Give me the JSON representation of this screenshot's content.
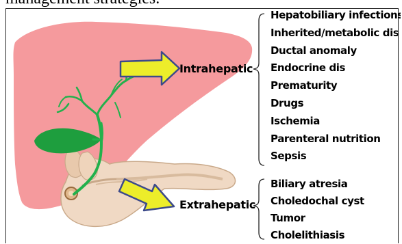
{
  "caption": "management strategies.",
  "groups": {
    "intrahepatic": {
      "label": "Intrahepatic",
      "items": [
        "Hepatobiliary infections",
        "Inherited/metabolic dis",
        "Ductal anomaly",
        "Endocrine dis",
        "Prematurity",
        "Drugs",
        "Ischemia",
        "Parenteral nutrition",
        "Sepsis"
      ]
    },
    "extrahepatic": {
      "label": "Extrahepatic",
      "items": [
        "Biliary atresia",
        "Choledochal cyst",
        "Tumor",
        "Cholelithiasis"
      ]
    }
  },
  "colors": {
    "liver": "#f59a9d",
    "bile_duct": "#22b14c",
    "gallbladder": "#1e9e3e",
    "arrow_fill": "#eded2a",
    "arrow_stroke": "#3c4a8a",
    "pancreas": "#f0d9c4"
  }
}
